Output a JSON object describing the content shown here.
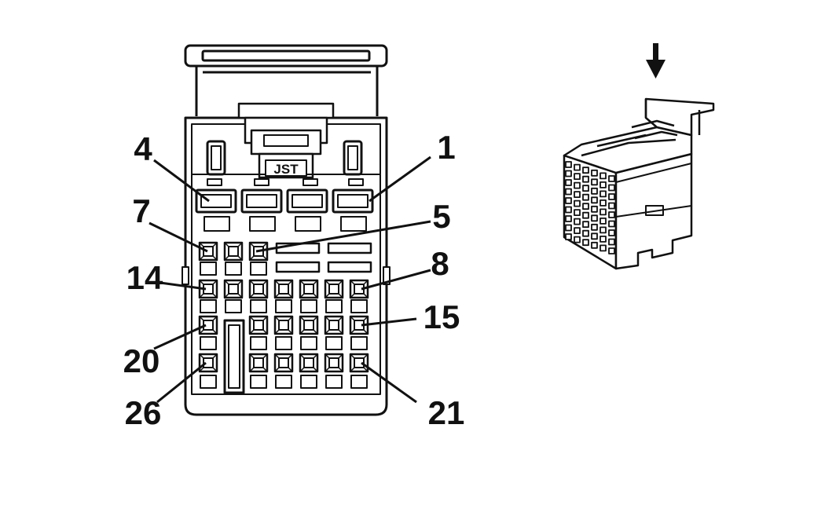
{
  "connector": {
    "brand": "JST",
    "pin_labels": [
      "4",
      "1",
      "7",
      "5",
      "14",
      "8",
      "15",
      "20",
      "26",
      "21"
    ]
  },
  "colors": {
    "ink": "#111111",
    "fill": "#ffffff",
    "side_fill": "#eeeeee"
  },
  "icons": {
    "insertion_arrow": "down-arrow-icon"
  }
}
